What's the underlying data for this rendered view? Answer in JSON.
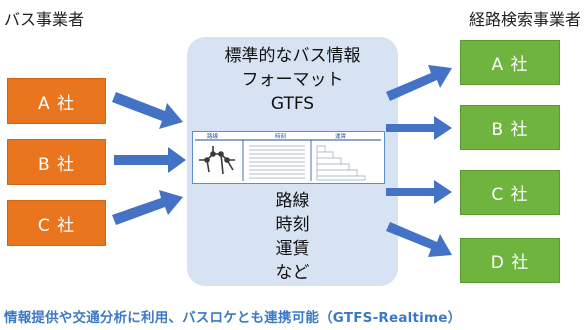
{
  "headers": {
    "left": "バス事業者",
    "right": "経路検索事業者"
  },
  "operators": [
    "A 社",
    "B 社",
    "C 社"
  ],
  "providers": [
    "A 社",
    "B 社",
    "C 社",
    "D 社"
  ],
  "center": {
    "title_lines": [
      "標準的なバス情報",
      "フォーマット",
      "GTFS"
    ],
    "content_lines": [
      "路線",
      "時刻",
      "運賃",
      "など"
    ],
    "table_headers": [
      "路線",
      "時刻",
      "運賃"
    ]
  },
  "footer": "情報提供や交通分析に利用、バスロケとも連携可能（GTFS-Realtime）",
  "colors": {
    "operator_box": "#e9761f",
    "provider_box": "#6fb43f",
    "arrow": "#4472c4",
    "panel": "#d7e2f2",
    "footer_text": "#3c79c3"
  }
}
